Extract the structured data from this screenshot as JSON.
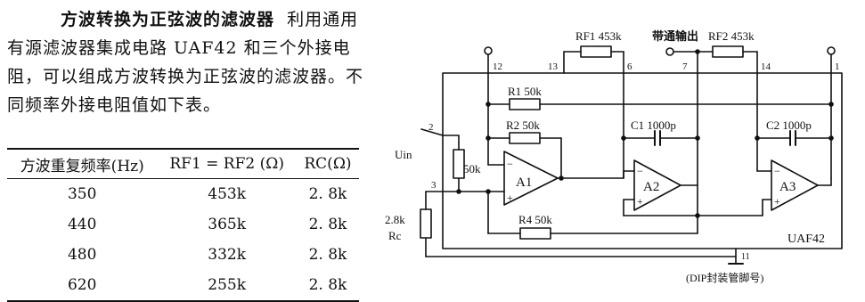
{
  "paragraph": {
    "title": "方波转换为正弦波的滤波器",
    "body": "利用通用有源滤波器集成电路 UAF42 和三个外接电阻，可以组成方波转换为正弦波的滤波器。不同频率外接电阻值如下表。"
  },
  "table": {
    "headers": [
      "方波重复频率(Hz)",
      "RF1 = RF2 (Ω)",
      "RC(Ω)"
    ],
    "rows": [
      [
        "350",
        "453k",
        "2. 8k"
      ],
      [
        "440",
        "365k",
        "2. 8k"
      ],
      [
        "480",
        "332k",
        "2. 8k"
      ],
      [
        "620",
        "255k",
        "2. 8k"
      ]
    ]
  },
  "schematic": {
    "pins": {
      "p12": "12",
      "p13": "13",
      "p6": "6",
      "p7": "7",
      "p14": "14",
      "p1": "1",
      "p2": "2",
      "p3": "3",
      "p11": "11"
    },
    "labels": {
      "rf1": "RF1 453k",
      "bandpass": "带通输出",
      "rf2": "RF2 453k",
      "r1": "R1  50k",
      "r2": "R2  50k",
      "c1": "C1  1000p",
      "c2": "C2  1000p",
      "r_in": "50k",
      "a1": "A1",
      "a2": "A2",
      "a3": "A3",
      "r4": "R4  50k",
      "rc_val": "2.8k",
      "rc": "Rc",
      "uin": "Uin",
      "chip": "UAF42",
      "dip": "(DIP封装管脚号)",
      "minus": "−",
      "plus": "+"
    }
  }
}
